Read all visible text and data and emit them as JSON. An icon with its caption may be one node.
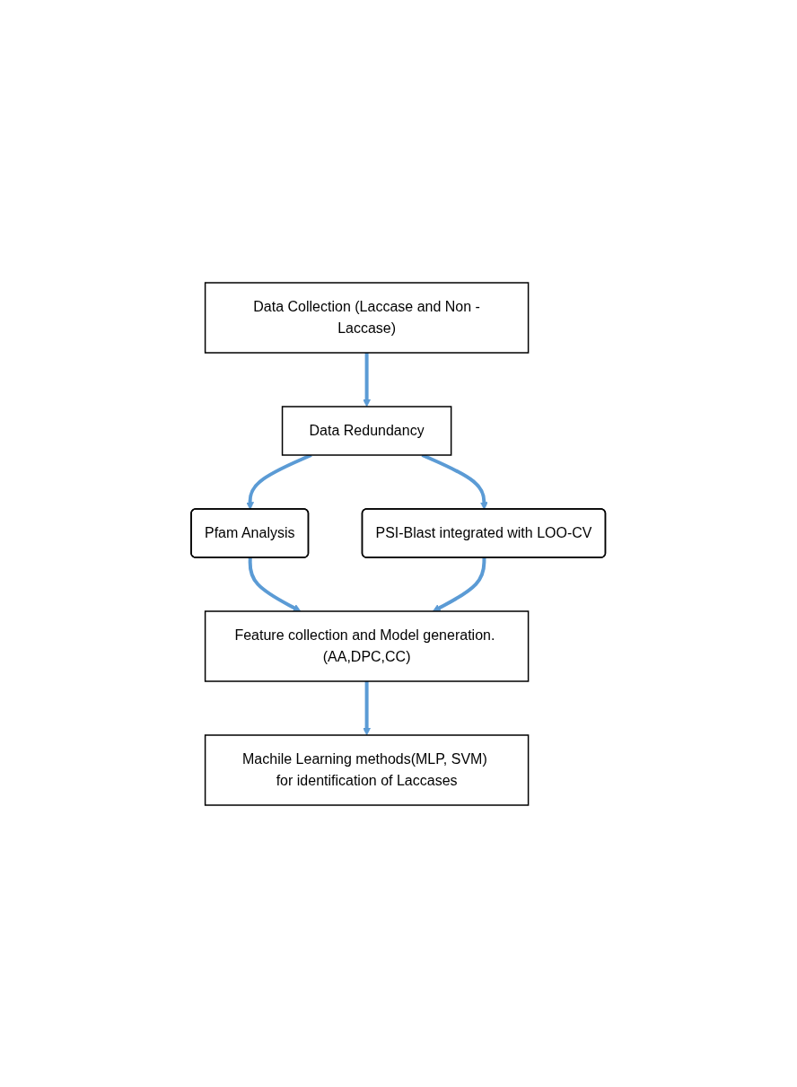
{
  "diagram": {
    "nodes": [
      {
        "text": [
          "Data Collection (Laccase and Non -Laccase)"
        ]
      },
      {
        "text": [
          "Data Redundancy"
        ]
      },
      {
        "text": [
          "Pfam Analysis"
        ]
      },
      {
        "text": [
          "PSI-Blast integrated with LOO-CV"
        ]
      },
      {
        "text": [
          "Feature collection and Model generation. (AA,DPC,CC)"
        ]
      },
      {
        "text": [
          "Machile Learning methods(MLP, SVM) for identification of Laccases"
        ]
      }
    ],
    "edges": [
      {
        "from": 0,
        "to": 1,
        "arrow": "to"
      },
      {
        "from": 1,
        "to": 2,
        "arrow": "to"
      },
      {
        "from": 1,
        "to": 3,
        "arrow": "to"
      },
      {
        "from": 2,
        "to": 4,
        "arrow": "to"
      },
      {
        "from": 3,
        "to": 4,
        "arrow": "to"
      },
      {
        "from": 4,
        "to": 5,
        "arrow": "to"
      }
    ]
  }
}
